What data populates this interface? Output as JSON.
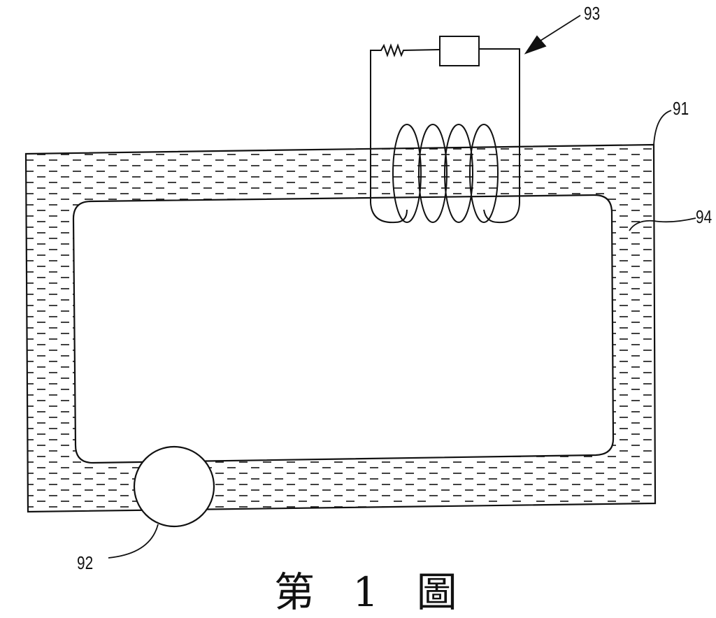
{
  "figure": {
    "caption": "第 1 圖",
    "labels": {
      "loop_pipe": "91",
      "pump": "92",
      "coil_circuit": "93",
      "fluid": "94"
    }
  },
  "colors": {
    "ink": "#111111",
    "background": "#ffffff"
  }
}
